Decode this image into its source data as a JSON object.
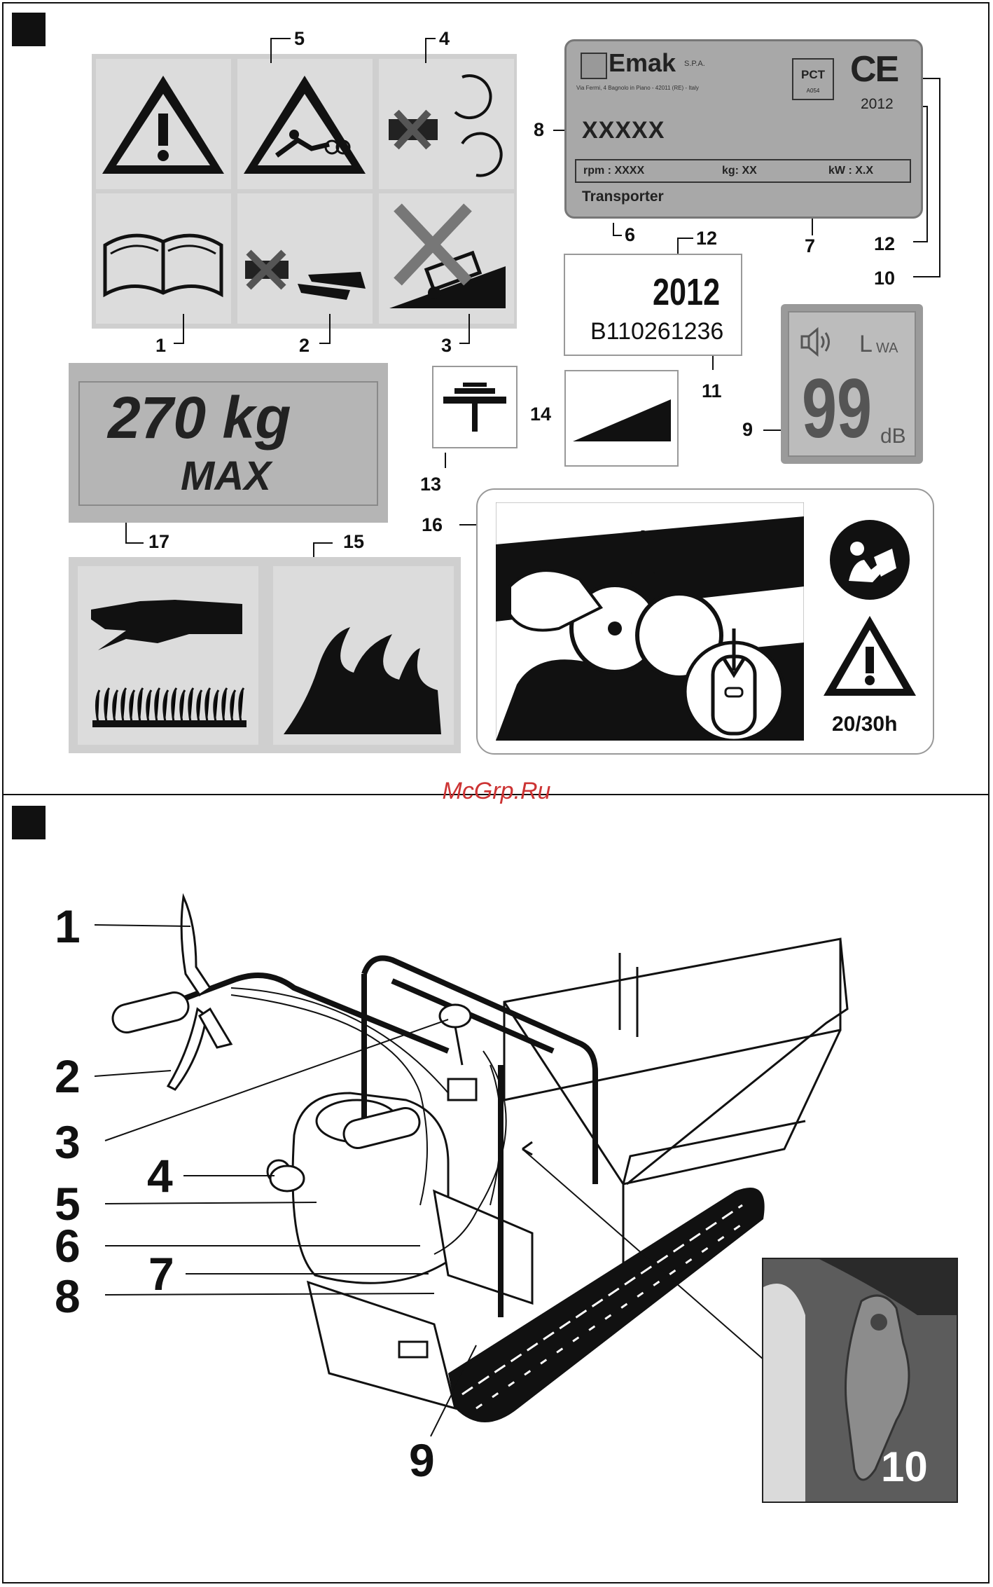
{
  "watermark": "McGrp.Ru",
  "plate": {
    "brand": "Emak",
    "brand_suffix": "S.P.A.",
    "address": "Via Fermi, 4 Bagnolo in Piano - 42011 (RE) - Italy",
    "model": "XXXXX",
    "rpm": "rpm :  XXXX",
    "kg": "kg:  XX",
    "kw": "kW :  X.X",
    "product": "Transporter",
    "ce_mark": "CE",
    "year": "2012",
    "cert_text": "PCT",
    "cert_small": "A054"
  },
  "date_label": {
    "year": "2012",
    "serial": "B110261236"
  },
  "sound": {
    "symbol": "L",
    "sub": "WA",
    "value": "99",
    "unit": "dB"
  },
  "load": {
    "value": "270 kg",
    "max": "MAX"
  },
  "service": {
    "hours": "20/30h"
  },
  "top_callouts": {
    "c1": "1",
    "c2": "2",
    "c3": "3",
    "c4": "4",
    "c5": "5",
    "c6": "6",
    "c7": "7",
    "c8": "8",
    "c9": "9",
    "c10": "10",
    "c11": "11",
    "c12a": "12",
    "c12b": "12",
    "c13": "13",
    "c14": "14",
    "c15": "15",
    "c16": "16",
    "c17": "17"
  },
  "bottom_callouts": {
    "b1": "1",
    "b2": "2",
    "b3": "3",
    "b4": "4",
    "b5": "5",
    "b6": "6",
    "b7": "7",
    "b8": "8",
    "b9": "9",
    "b10": "10"
  }
}
